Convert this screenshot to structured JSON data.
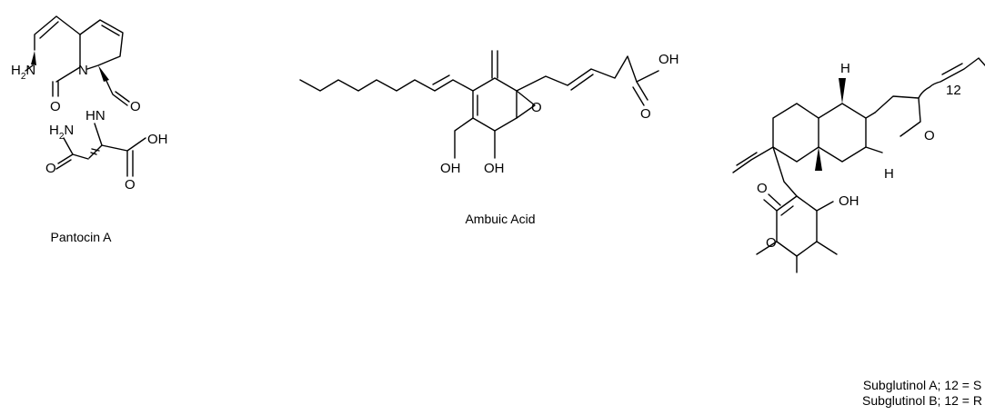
{
  "molecules": [
    {
      "caption": "Pantocin A",
      "atoms": {
        "h2n_1": "H",
        "h2n_1_sub": "2",
        "h2n_1_n": "N",
        "n_ring": "N",
        "o_keto": "O",
        "o_amide1": "O",
        "hn": "HN",
        "h2n_2": "H",
        "h2n_2_sub": "2",
        "h2n_2_n": "N",
        "o_amide2": "O",
        "oh": "OH",
        "o_acid": "O"
      }
    },
    {
      "caption": "Ambuic Acid",
      "atoms": {
        "o_epox": "O",
        "oh_acid": "OH",
        "o_acid": "O",
        "oh_1": "OH",
        "oh_2": "OH"
      }
    },
    {
      "caption_lines": [
        "Subglutinol A; 12 = S",
        "Subglutinol B; 12 = R"
      ],
      "atoms": {
        "locant": "12",
        "o_furan": "O",
        "h_1": "H",
        "h_2": "H",
        "o_lactone_co": "O",
        "o_ring": "O",
        "oh": "OH"
      }
    }
  ]
}
